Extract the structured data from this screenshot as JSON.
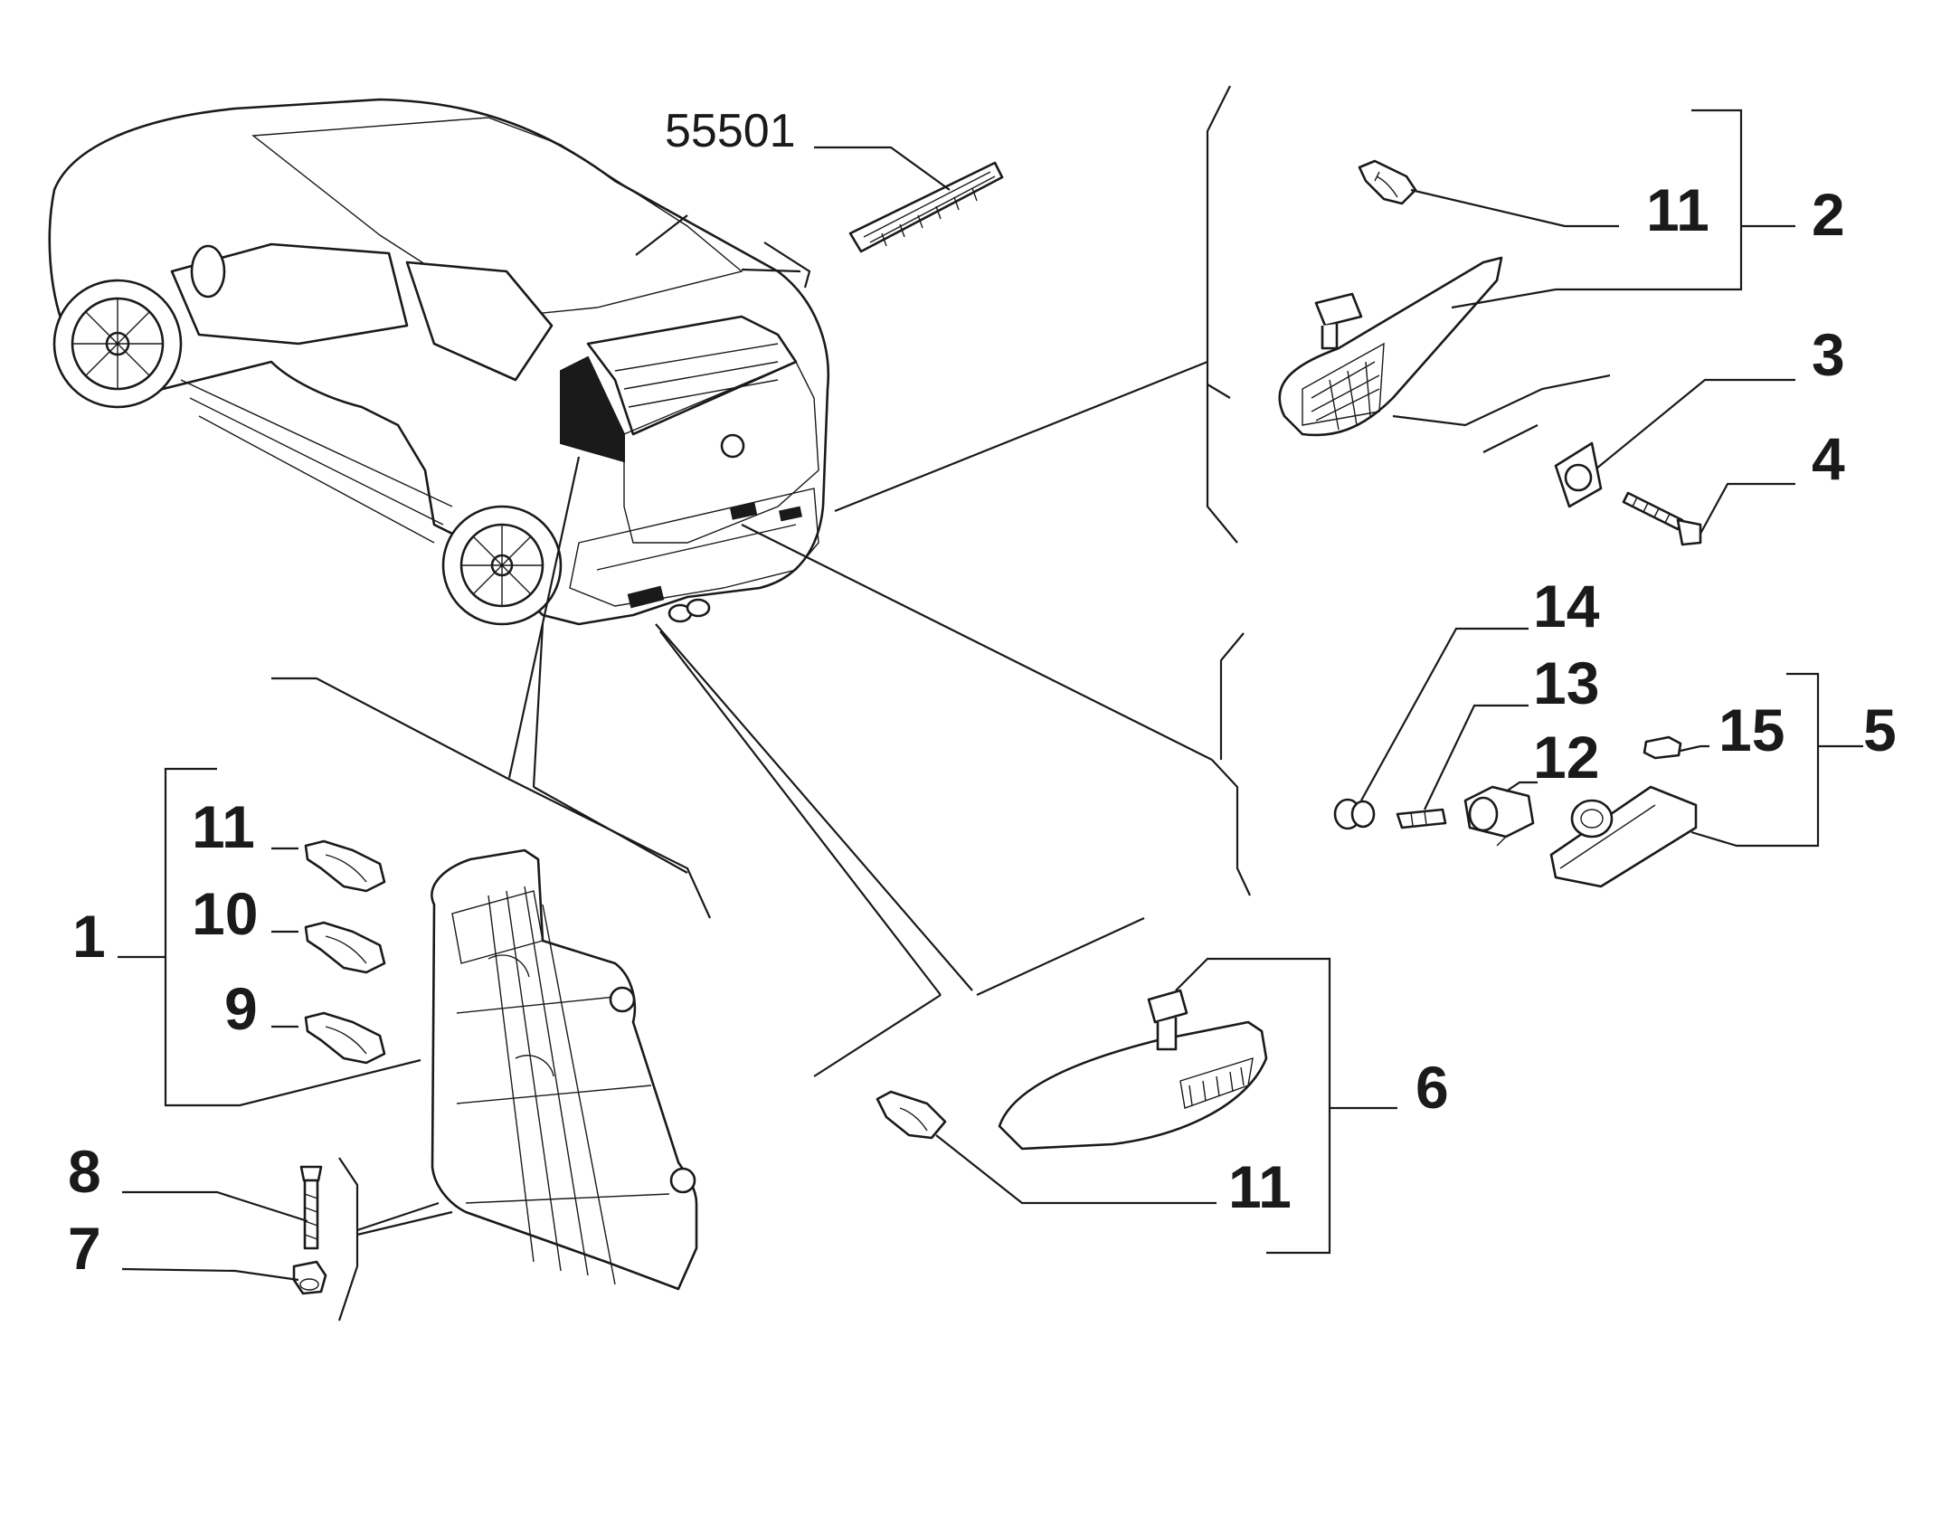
{
  "diagram": {
    "reference_code": "55501",
    "labels": {
      "item_1": "1",
      "item_2": "2",
      "item_3": "3",
      "item_4": "4",
      "item_5": "5",
      "item_6": "6",
      "item_7": "7",
      "item_8": "8",
      "item_9": "9",
      "item_10": "10",
      "item_11_group1": "11",
      "item_11_group2": "11",
      "item_11_group6": "11",
      "item_12": "12",
      "item_13": "13",
      "item_14": "14",
      "item_15": "15"
    },
    "colors": {
      "ink": "#1a1a1a",
      "background": "#ffffff",
      "tail_lamp_shade": "#1a1a1a"
    }
  }
}
